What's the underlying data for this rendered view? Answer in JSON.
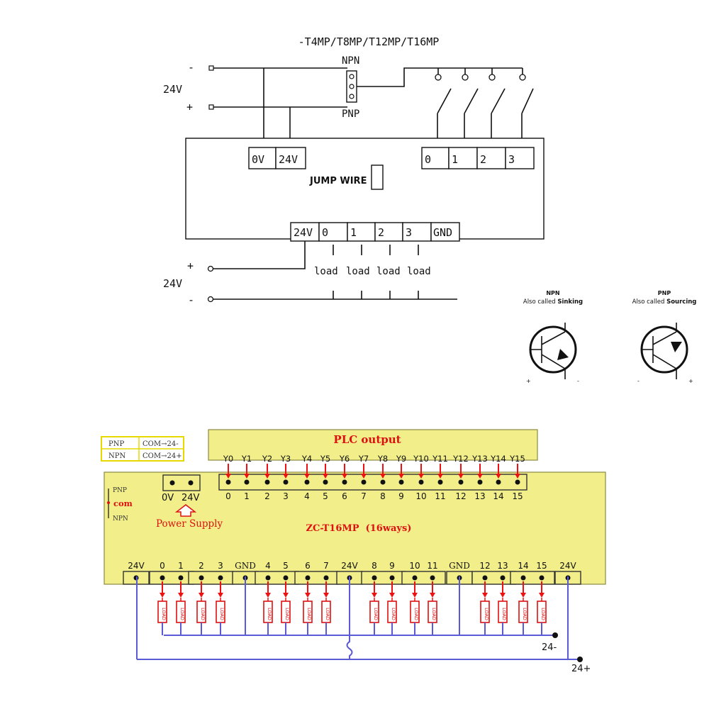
{
  "top": {
    "title": "-T4MP/T8MP/T12MP/T16MP",
    "npn": "NPN",
    "pnp": "PNP",
    "supply_voltage": "24V",
    "minus": "-",
    "plus": "+",
    "terminals_power": [
      "0V",
      "24V"
    ],
    "terminals_input": [
      "0",
      "1",
      "2",
      "3"
    ],
    "jump_wire": "JUMP WIRE",
    "terminals_output": [
      "24V",
      "0",
      "1",
      "2",
      "3",
      "GND"
    ],
    "load": "load"
  },
  "legend": {
    "npn_title": "NPN",
    "npn_sub_prefix": "Also called ",
    "npn_sub_bold": "Sinking",
    "pnp_title": "PNP",
    "pnp_sub_prefix": "Also called ",
    "pnp_sub_bold": "Sourcing",
    "plus": "+",
    "minus": "-"
  },
  "bottom": {
    "mode_table": [
      {
        "mode": "PNP",
        "com": "COM→24-"
      },
      {
        "mode": "NPN",
        "com": "COM→24+"
      }
    ],
    "plc_output": "PLC output",
    "y_labels": [
      "Y0",
      "Y1",
      "Y2",
      "Y3",
      "Y4",
      "Y5",
      "Y6",
      "Y7",
      "Y8",
      "Y9",
      "Y10",
      "Y11",
      "Y12",
      "Y13",
      "Y14",
      "Y15"
    ],
    "channel_numbers": [
      "0",
      "1",
      "2",
      "3",
      "4",
      "5",
      "6",
      "7",
      "8",
      "9",
      "10",
      "11",
      "12",
      "13",
      "14",
      "15"
    ],
    "power_terminals": [
      "0V",
      "24V"
    ],
    "power_supply": "Power Supply",
    "switch_pnp": "PNP",
    "switch_com": "com",
    "switch_npn": "NPN",
    "board_name": "ZC-T16MP  (16ways)",
    "output_terminals": [
      "24V",
      "0",
      "1",
      "2",
      "3",
      "GND",
      "4",
      "5",
      "6",
      "7",
      "24V",
      "8",
      "9",
      "10",
      "11",
      "GND",
      "12",
      "13",
      "14",
      "15",
      "24V"
    ],
    "load_label": "LOAD",
    "rail_minus": "24-",
    "rail_plus": "24+"
  }
}
